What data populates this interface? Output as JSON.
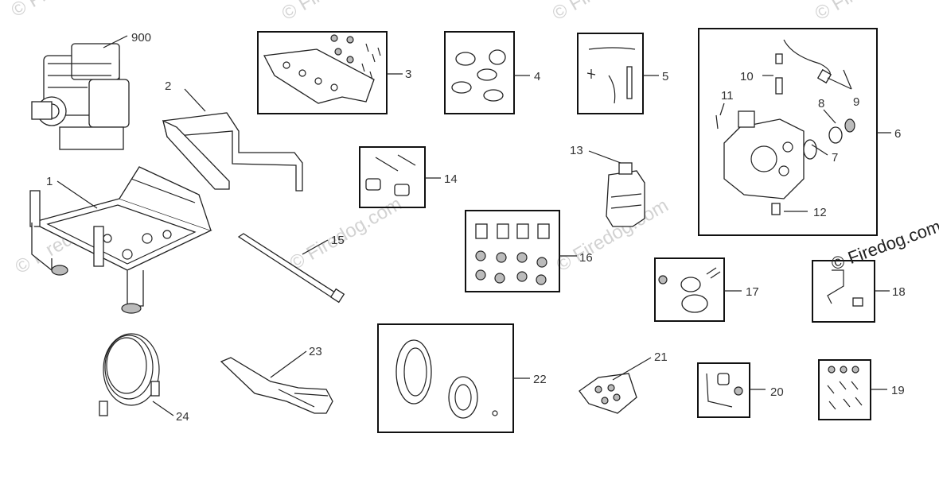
{
  "diagram": {
    "callouts": {
      "p900": "900",
      "p1": "1",
      "p2": "2",
      "p3": "3",
      "p4": "4",
      "p5": "5",
      "p6": "6",
      "p7": "7",
      "p8": "8",
      "p9": "9",
      "p10": "10",
      "p11": "11",
      "p12": "12",
      "p13": "13",
      "p14": "14",
      "p15": "15",
      "p16": "16",
      "p17": "17",
      "p18": "18",
      "p19": "19",
      "p20": "20",
      "p21": "21",
      "p22": "22",
      "p23": "23",
      "p24": "24"
    },
    "watermark": "© Firedog.com"
  }
}
